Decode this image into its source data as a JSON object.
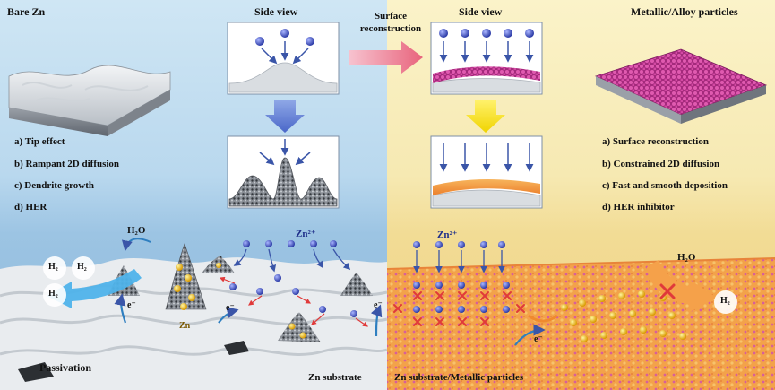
{
  "left": {
    "title": "Bare Zn",
    "side_view": "Side view",
    "issues": [
      "a) Tip effect",
      "b) Rampant 2D diffusion",
      "c) Dendrite growth",
      "d) HER"
    ],
    "substrate": "Zn substrate",
    "passivation": "Passivation",
    "h2o": "H₂O",
    "h2": "H₂",
    "ion": "Zn²⁺",
    "zn": "Zn",
    "electron": "e⁻"
  },
  "center": {
    "arrow_label_1": "Surface",
    "arrow_label_2": "reconstruction"
  },
  "right": {
    "title": "Metallic/Alloy particles",
    "side_view": "Side view",
    "benefits": [
      "a) Surface reconstruction",
      "b) Constrained 2D diffusion",
      "c) Fast and smooth deposition",
      "d) HER inhibitor"
    ],
    "substrate": "Zn substrate/Metallic particles",
    "h2o": "H₂O",
    "h2": "H₂",
    "ion": "Zn²⁺",
    "electron": "e⁻"
  },
  "colors": {
    "ion_blue": "#3c4fb8",
    "arrow_blue": "#3a55a8",
    "zn_yellow": "#f4c11d",
    "pink_particles": "#c2318d",
    "orange_surface": "#f08a2e",
    "red_x": "#e03a3a"
  }
}
